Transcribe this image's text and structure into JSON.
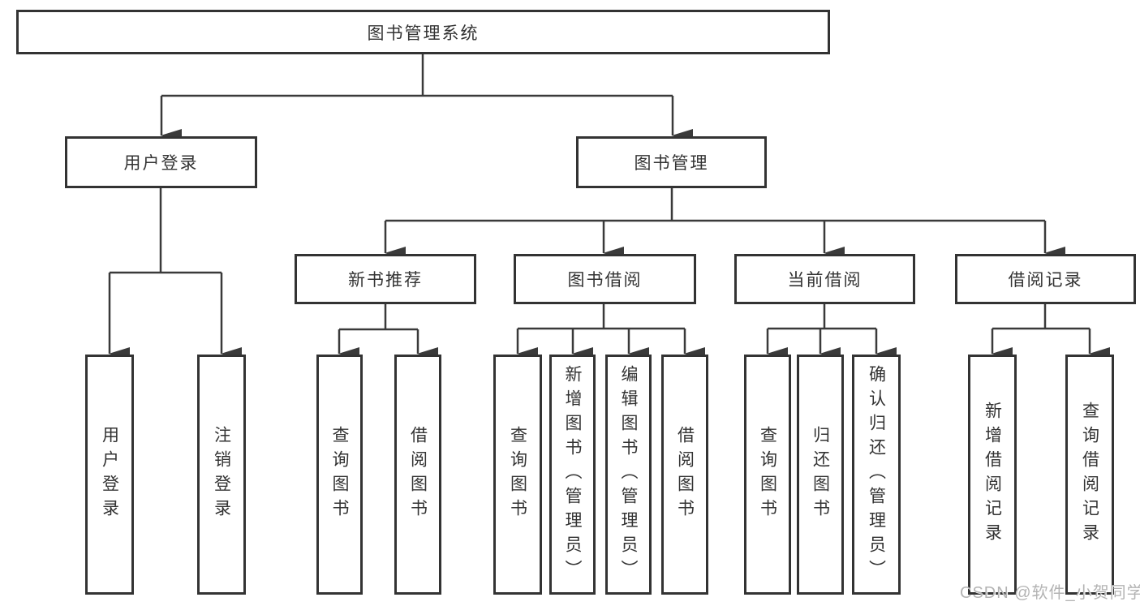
{
  "diagram": {
    "title": "图书管理系统",
    "nodes": {
      "root": "图书管理系统",
      "user_login": "用户登录",
      "book_mgmt": "图书管理",
      "new_rec": "新书推荐",
      "borrow": "图书借阅",
      "current": "当前借阅",
      "records": "借阅记录",
      "leaf_user_login": "用户登录",
      "leaf_logout": "注销登录",
      "rec_query": "查询图书",
      "rec_borrow": "借阅图书",
      "borrow_query": "查询图书",
      "borrow_add": "新增图书（管理员）",
      "borrow_edit": "编辑图书（管理员）",
      "borrow_borrow": "借阅图书",
      "current_query": "查询图书",
      "current_return": "归还图书",
      "current_confirm": "确认归还（管理员）",
      "records_add": "新增借阅记录",
      "records_query": "查询借阅记录"
    },
    "hierarchy": {
      "图书管理系统": [
        "用户登录",
        "图书管理"
      ],
      "用户登录": [
        "用户登录",
        "注销登录"
      ],
      "图书管理": [
        "新书推荐",
        "图书借阅",
        "当前借阅",
        "借阅记录"
      ],
      "新书推荐": [
        "查询图书",
        "借阅图书"
      ],
      "图书借阅": [
        "查询图书",
        "新增图书（管理员）",
        "编辑图书（管理员）",
        "借阅图书"
      ],
      "当前借阅": [
        "查询图书",
        "归还图书",
        "确认归还（管理员）"
      ],
      "借阅记录": [
        "新增借阅记录",
        "查询借阅记录"
      ]
    },
    "colors": {
      "line": "#3a3a3a",
      "box_border": "#333333",
      "box_fill": "#ffffff",
      "text": "#333333",
      "background": "#ffffff"
    }
  },
  "watermark": {
    "text": "CSDN @软件_小贺同学",
    "color": "#b3b3b3"
  }
}
